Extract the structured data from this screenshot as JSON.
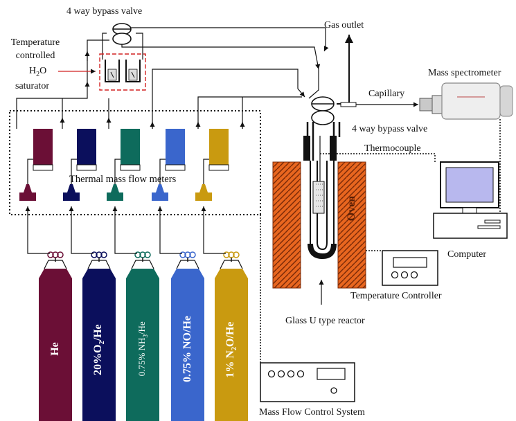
{
  "labels": {
    "bypass_top": "4 way bypass valve",
    "temp_controlled_1": "Temperature",
    "temp_controlled_2": "controlled",
    "h2o": "H",
    "h2o_sub": "2",
    "h2o_end": "O",
    "saturator": "saturator",
    "gas_outlet": "Gas outlet",
    "mass_spec": "Mass spectrometer",
    "capillary": "Capillary",
    "bypass_right": "4 way bypass valve",
    "thermocouple": "Thermocouple",
    "flow_meters": "Thermal mass flow meters",
    "oven": "Oven",
    "computer": "Computer",
    "temp_controller": "Temperature Controller",
    "reactor": "Glass U type reactor",
    "mfc_system": "Mass Flow Control System"
  },
  "cylinders": [
    {
      "label": "He",
      "color": "#6b0f36"
    },
    {
      "label": "20%O2/He",
      "color": "#0b0f5c"
    },
    {
      "label": "0.75% NH3/He",
      "color": "#0e6b5c"
    },
    {
      "label": "0.75% NO/He",
      "color": "#3a66cc"
    },
    {
      "label": "1% N2O/He",
      "color": "#c99a10"
    }
  ],
  "colors": {
    "oven": "#e8661f",
    "line": "#111111",
    "saturator_box": "#d22222"
  }
}
